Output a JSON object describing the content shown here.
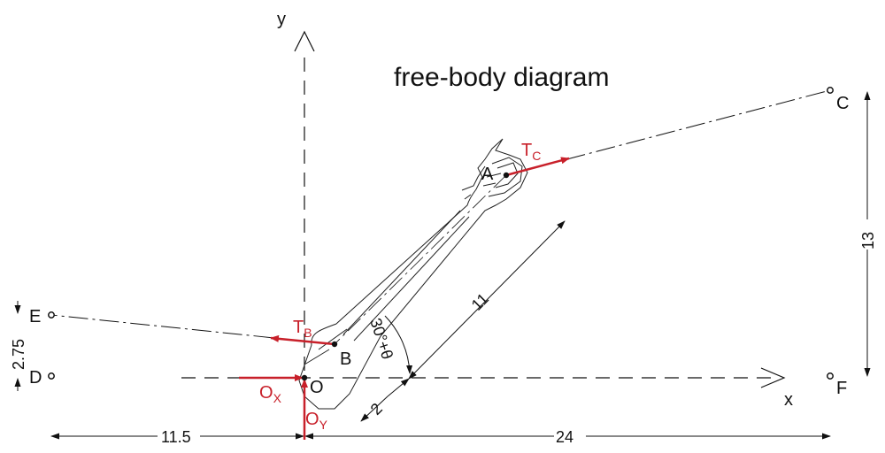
{
  "title": "free-body diagram",
  "axes": {
    "x_label": "x",
    "y_label": "y"
  },
  "points": {
    "A": "A",
    "B": "B",
    "C": "C",
    "D": "D",
    "E": "E",
    "F": "F",
    "O": "O"
  },
  "forces": {
    "T_C": {
      "main": "T",
      "sub": "C"
    },
    "T_B": {
      "main": "T",
      "sub": "B"
    },
    "O_X": {
      "main": "O",
      "sub": "X"
    },
    "O_Y": {
      "main": "O",
      "sub": "Y"
    }
  },
  "dimensions": {
    "left_span": "11.5",
    "right_span": "24",
    "vertical_CF": "13",
    "vertical_ED": "2.75",
    "arm_length": "11",
    "offset": "2",
    "angle": "30°+θ"
  },
  "colors": {
    "force": "#c8202a",
    "line": "#111111"
  }
}
